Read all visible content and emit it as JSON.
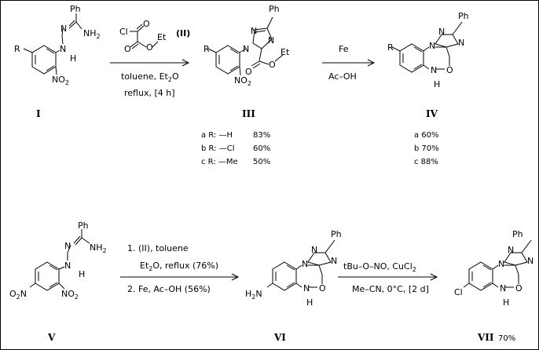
{
  "compounds": {
    "I": {
      "label": "I",
      "ph": "Ph",
      "nh2": "NH",
      "nh2_sub": "2",
      "n1": "N",
      "n2": "N",
      "h": "H",
      "r": "R",
      "no2": "NO",
      "no2_sub": "2"
    },
    "II": {
      "label": "(II)",
      "cl": "Cl",
      "o1": "O",
      "o2": "O",
      "o3": "O",
      "et": "Et"
    },
    "III": {
      "label": "III",
      "ph": "Ph",
      "r": "R",
      "n_a": "N",
      "n_b": "N",
      "n_c": "N",
      "o_ester": "O",
      "o_alk": "O",
      "et": "Et",
      "no2": "NO",
      "no2_sub": "2"
    },
    "IV": {
      "label": "IV",
      "ph": "Ph",
      "r": "R",
      "n_a": "N",
      "n_b": "N",
      "n_c": "N",
      "n_d": "N",
      "h": "H",
      "o": "O"
    },
    "V": {
      "label": "V",
      "ph": "Ph",
      "nh2": "NH",
      "nh2_sub": "2",
      "n1": "N",
      "n2": "N",
      "h": "H",
      "o2n": "O",
      "o2n_sub": "2",
      "o2n_n": "N",
      "no2": "NO",
      "no2_sub": "2"
    },
    "VI": {
      "label": "VI",
      "ph": "Ph",
      "h2n": "H",
      "h2n_sub": "2",
      "h2n_n": "N",
      "n_a": "N",
      "n_b": "N",
      "n_c": "N",
      "n_d": "N",
      "h": "H",
      "o": "O"
    },
    "VII": {
      "label": "VII",
      "yield": "70%",
      "ph": "Ph",
      "cl": "Cl",
      "n_a": "N",
      "n_b": "N",
      "n_c": "N",
      "n_d": "N",
      "h": "H",
      "o": "O"
    }
  },
  "reactions": {
    "r1": {
      "line1_pre": "toluene, Et",
      "line1_sub": "2",
      "line1_post": "O",
      "line2": "reflux, [4 h]"
    },
    "r2": {
      "above": "Fe",
      "below": "Ac–OH"
    },
    "r3": {
      "line1": "1. (II), toluene",
      "line2_pre": "Et",
      "line2_sub": "2",
      "line2_post": "O, reflux (76%)",
      "line3": "2. Fe, Ac–OH (56%)"
    },
    "r4": {
      "above_pre": "tBu–O–NO, CuCl",
      "above_sub": "2",
      "below": "Me–CN, 0°C, [2 d]"
    }
  },
  "yields_III": [
    {
      "id": "a",
      "text": "a R: —H",
      "pct": "83%"
    },
    {
      "id": "b",
      "text": "b R: —Cl",
      "pct": "60%"
    },
    {
      "id": "c",
      "text": "c R: —Me",
      "pct": "50%"
    }
  ],
  "yields_IV": [
    {
      "id": "a",
      "text": "a 60%"
    },
    {
      "id": "b",
      "text": "b 70%"
    },
    {
      "id": "c",
      "text": "c 88%"
    }
  ]
}
